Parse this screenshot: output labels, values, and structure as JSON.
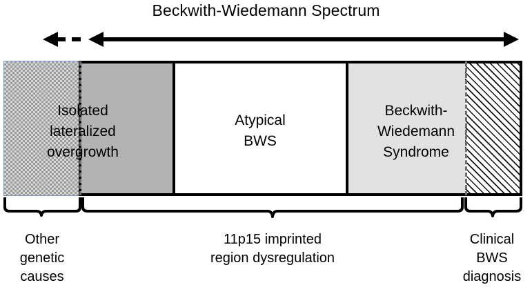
{
  "title": "Beckwith-Wiedemann Spectrum",
  "arrow": {
    "name": "spectrum-range-arrow",
    "left_style": "dashed",
    "right_style": "solid",
    "direction": "bidirectional"
  },
  "spectrum": {
    "segments": [
      {
        "id": "other-genetic",
        "label": "",
        "fill": "checkered",
        "color": "#d8d8d8",
        "border_color": "#7d9bc1"
      },
      {
        "id": "isolated-lateralized-overgrowth",
        "label": "Isolated\nlateralized\novergrowth",
        "label_lines": [
          "Isolated",
          "lateralized",
          "overgrowth"
        ],
        "fill": "solid",
        "color": "#b3b3b3"
      },
      {
        "id": "atypical-bws",
        "label": "Atypical\nBWS",
        "label_lines": [
          "Atypical",
          "BWS"
        ],
        "fill": "solid",
        "color": "#ffffff"
      },
      {
        "id": "beckwith-wiedemann-syndrome",
        "label": "Beckwith-\nWiedemann\nSyndrome",
        "label_lines": [
          "Beckwith-",
          "Wiedemann",
          "Syndrome"
        ],
        "fill": "solid",
        "color": "#e2e2e2"
      },
      {
        "id": "clinical-bws-diagnosis",
        "label": "",
        "fill": "diagonal-hatch",
        "color": "#f2f2f2"
      }
    ]
  },
  "braces": [
    {
      "id": "other-genetic-causes",
      "caption_lines": [
        "Other",
        "genetic",
        "causes"
      ]
    },
    {
      "id": "11p15-imprinted-region-dysregulation",
      "caption_lines": [
        "11p15 imprinted",
        "region dysregulation"
      ]
    },
    {
      "id": "clinical-bws-diagnosis",
      "caption_lines": [
        "Clinical",
        "BWS",
        "diagnosis"
      ]
    }
  ],
  "colors": {
    "outline": "#000000",
    "mid_gray": "#b3b3b3",
    "light_gray": "#e2e2e2",
    "checker_border": "#7d9bc1",
    "dashed_divider": "#6f6f6f"
  }
}
